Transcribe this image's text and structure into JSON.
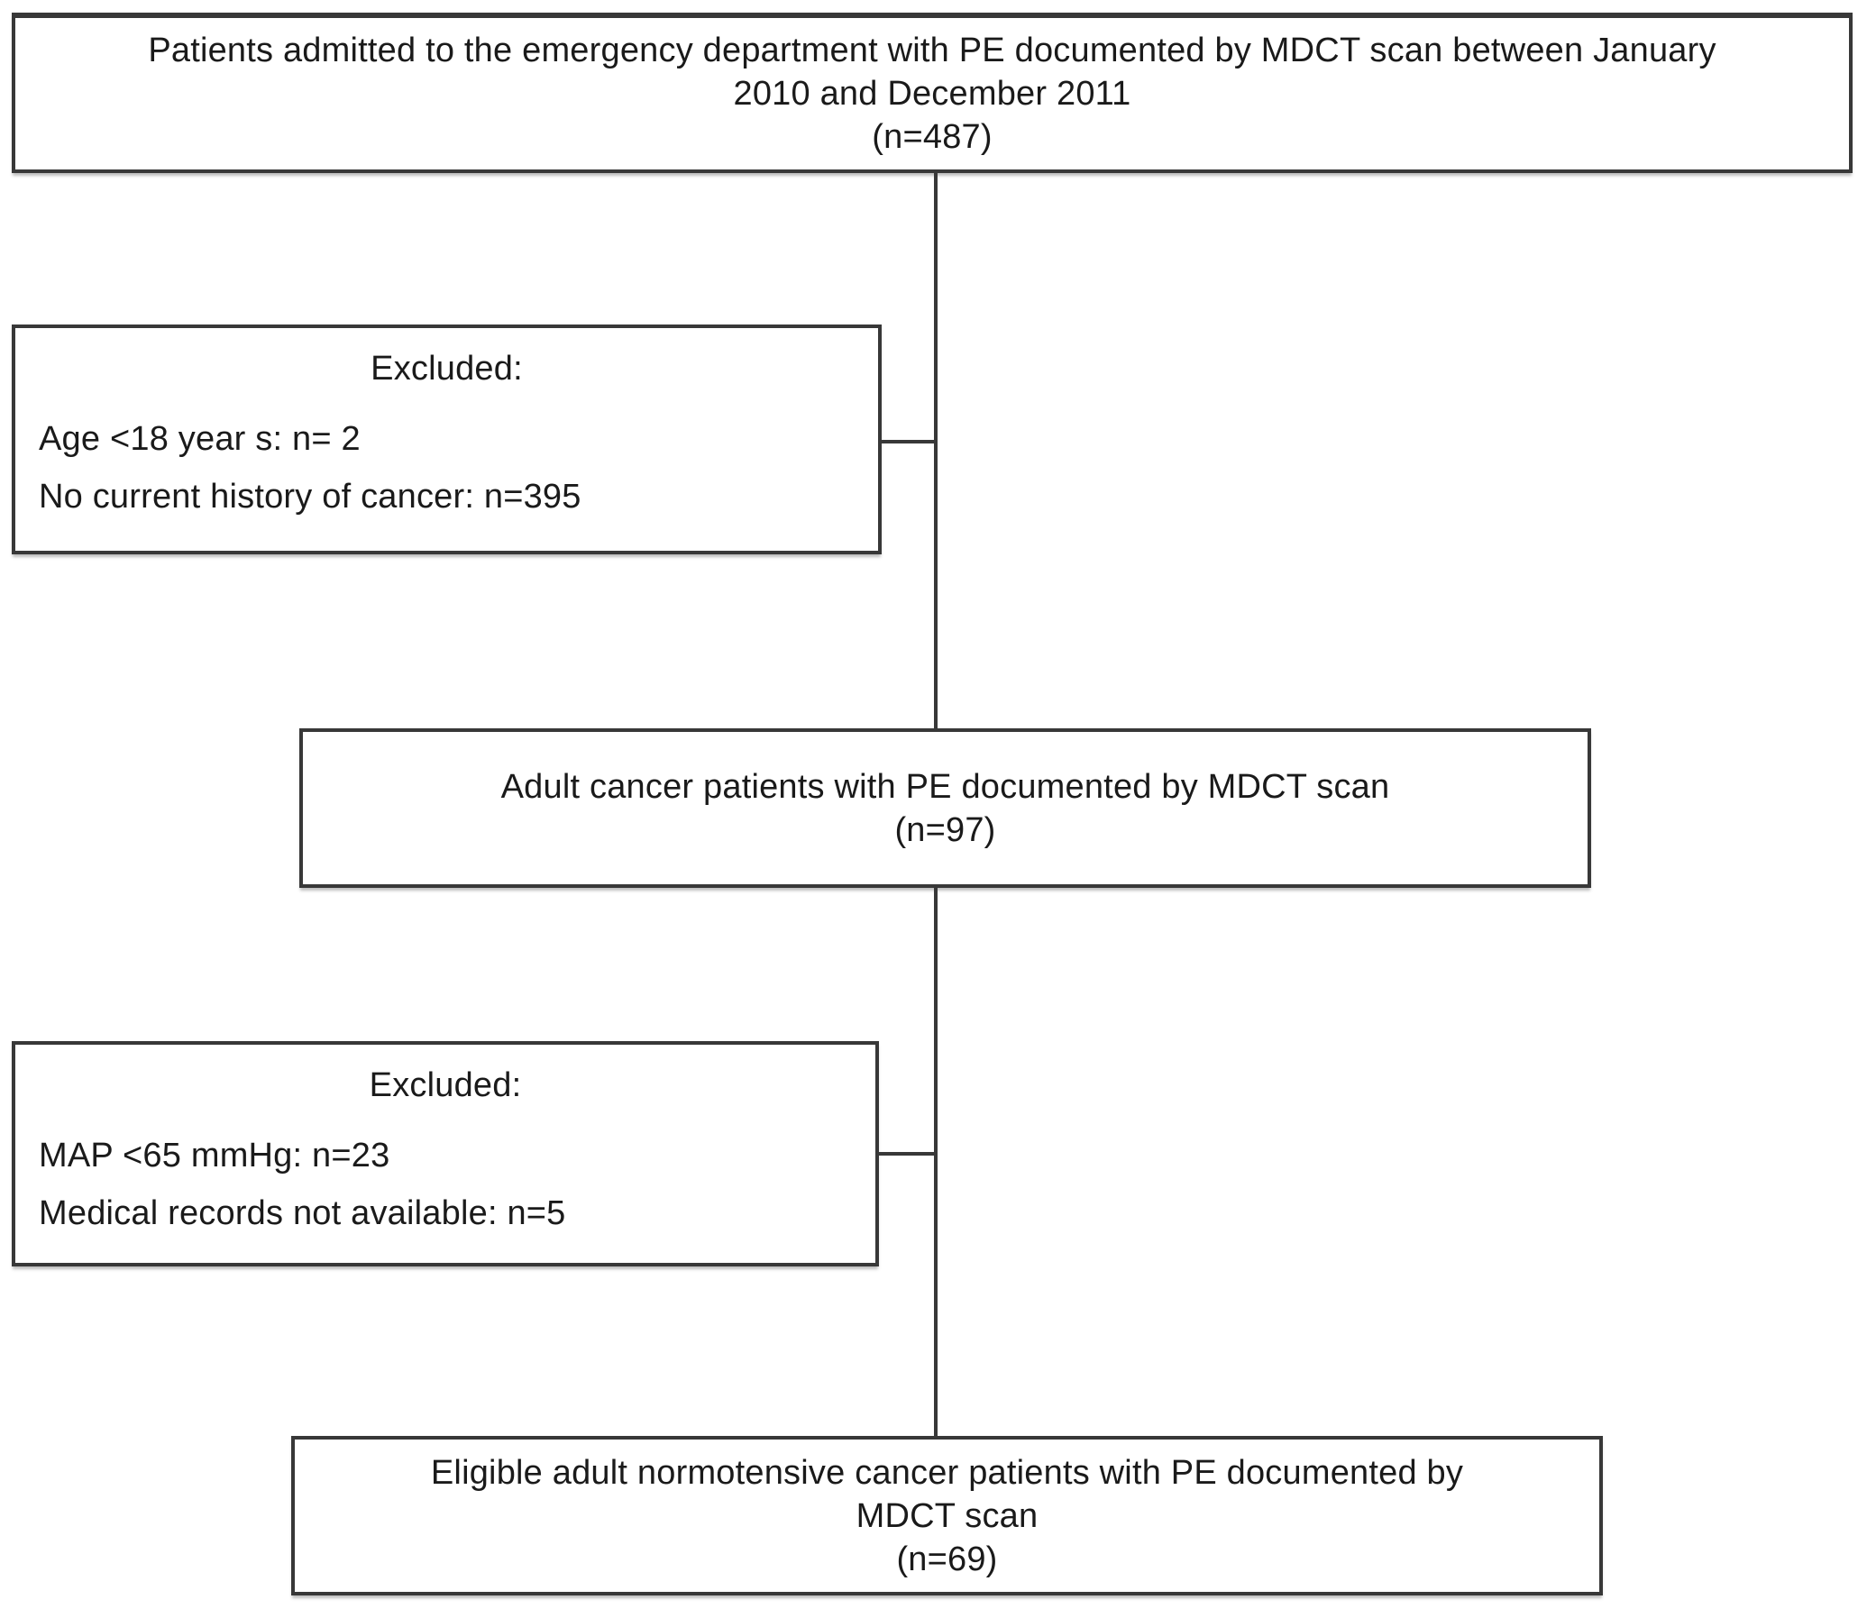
{
  "colors": {
    "background": "#ffffff",
    "border": "#383838",
    "text": "#1a1a1a"
  },
  "flowchart": {
    "box_top": {
      "line1": "Patients admitted to the emergency department with PE documented by MDCT scan between January",
      "line2": "2010 and December 2011",
      "line3": "(n=487)"
    },
    "box_excluded_1": {
      "heading": "Excluded:",
      "item1": "Age <18 year s: n= 2",
      "item2": "No current history of cancer: n=395"
    },
    "box_main": {
      "line1": "Adult cancer patients with PE documented by MDCT scan",
      "line2": "(n=97)"
    },
    "box_excluded_2": {
      "heading": "Excluded:",
      "item1": "MAP <65 mmHg: n=23",
      "item2": "Medical records not available: n=5"
    },
    "box_final": {
      "line1": "Eligible adult normotensive cancer patients with PE documented by",
      "line2": "MDCT scan",
      "line3": "(n=69)"
    }
  }
}
